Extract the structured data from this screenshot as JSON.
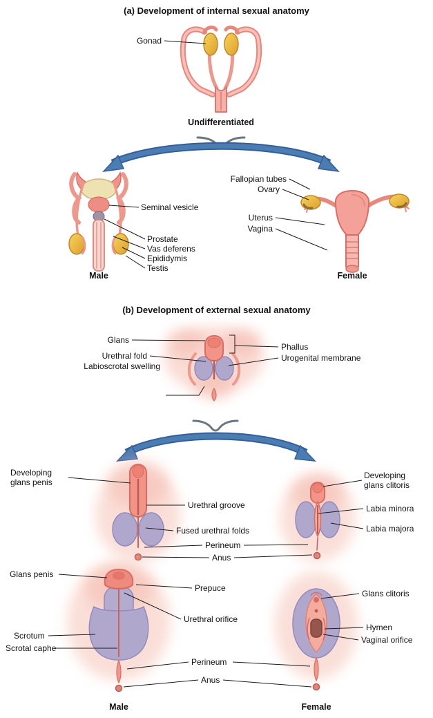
{
  "colors": {
    "arrow_blue": "#4B7DB2",
    "skin_pink": "#F29488",
    "lavender": "#AFA8CC",
    "gonad_yellow": "#F0C23C",
    "line_black": "#1A1A1A"
  },
  "section_a": {
    "title": "(a) Development of internal sexual anatomy",
    "gonad_label": "Gonad",
    "undifferentiated_caption": "Undifferentiated",
    "male": {
      "seminal_vesicle": "Seminal vesicle",
      "prostate": "Prostate",
      "vas_deferens": "Vas deferens",
      "epididymis": "Epididymis",
      "testis": "Testis",
      "caption": "Male"
    },
    "female": {
      "fallopian_tubes": "Fallopian tubes",
      "ovary": "Ovary",
      "uterus": "Uterus",
      "vagina": "Vagina",
      "caption": "Female"
    }
  },
  "section_b": {
    "title": "(b) Development of external sexual anatomy",
    "undifferentiated": {
      "glans": "Glans",
      "urethral_fold": "Urethral fold",
      "labioscrotal_swelling": "Labioscrotal swelling",
      "phallus": "Phallus",
      "urogenital_membrane": "Urogenital membrane"
    },
    "developing": {
      "male_label": [
        "Developing",
        "glans penis"
      ],
      "urethral_groove": "Urethral groove",
      "fused_urethral_folds": "Fused urethral folds",
      "perineum": "Perineum",
      "anus": "Anus",
      "female_label": [
        "Developing",
        "glans clitoris"
      ],
      "labia_minora": "Labia minora",
      "labia_majora": "Labia majora"
    },
    "final": {
      "glans_penis": "Glans penis",
      "scrotum": "Scrotum",
      "scrotal_raphe": "Scrotal caphe",
      "prepuce": "Prepuce",
      "urethral_orifice": "Urethral orifice",
      "perineum": "Perineum",
      "anus": "Anus",
      "glans_clitoris": "Glans clitoris",
      "hymen": "Hymen",
      "vaginal_orifice": "Vaginal orifice",
      "male_caption": "Male",
      "female_caption": "Female"
    }
  }
}
